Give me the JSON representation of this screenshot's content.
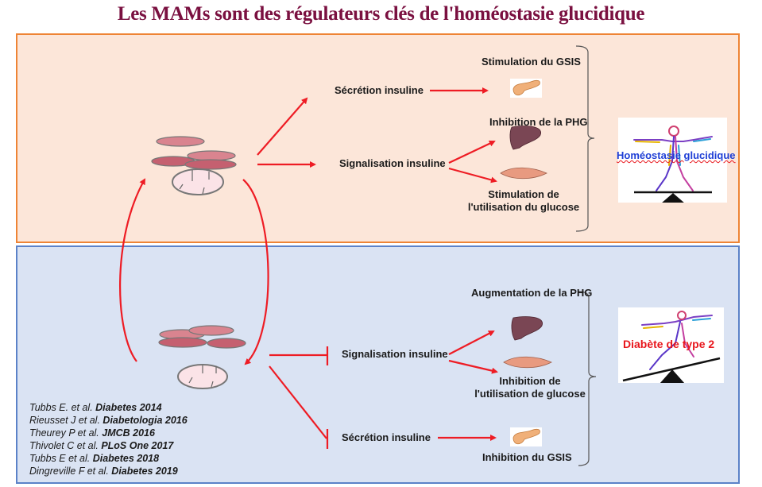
{
  "title": "Les MAMs sont des régulateurs clés de l'homéostasie glucidique",
  "colors": {
    "title": "#7a1040",
    "arrow": "#ee1c24",
    "top_panel_bg": "#fce6d9",
    "top_panel_border": "#ee8435",
    "bottom_panel_bg": "#dae3f3",
    "bottom_panel_border": "#5b82c8",
    "homeostasis_text": "#1f3fd6",
    "diabetes_text": "#e8161c"
  },
  "top_panel": {
    "process_secretion": "Sécrétion insuline",
    "process_signaling": "Signalisation insuline",
    "outcome_gsis": "Stimulation du GSIS",
    "outcome_phg": "Inhibition de la PHG",
    "outcome_glucose_line1": "Stimulation de",
    "outcome_glucose_line2": "l'utilisation du glucose",
    "result_label": "Homéostasie glucidique"
  },
  "bottom_panel": {
    "process_signaling": "Signalisation insuline",
    "process_secretion": "Sécrétion insuline",
    "outcome_phg": "Augmentation de la PHG",
    "outcome_glucose_line1": "Inhibition de",
    "outcome_glucose_line2": "l'utilisation de glucose",
    "outcome_gsis": "Inhibition du GSIS",
    "result_label": "Diabète de type 2"
  },
  "references": [
    {
      "authors": "Tubbs E. et al.",
      "journal": "Diabetes 2014"
    },
    {
      "authors": "Rieusset J et al.",
      "journal": "Diabetologia 2016"
    },
    {
      "authors": "Theurey P et al.",
      "journal": "JMCB 2016"
    },
    {
      "authors": "Thivolet C et al.",
      "journal": "PLoS One 2017"
    },
    {
      "authors": "Tubbs E et al.",
      "journal": "Diabetes 2018"
    },
    {
      "authors": "Dingreville F et al.",
      "journal": "Diabetes 2019"
    }
  ]
}
